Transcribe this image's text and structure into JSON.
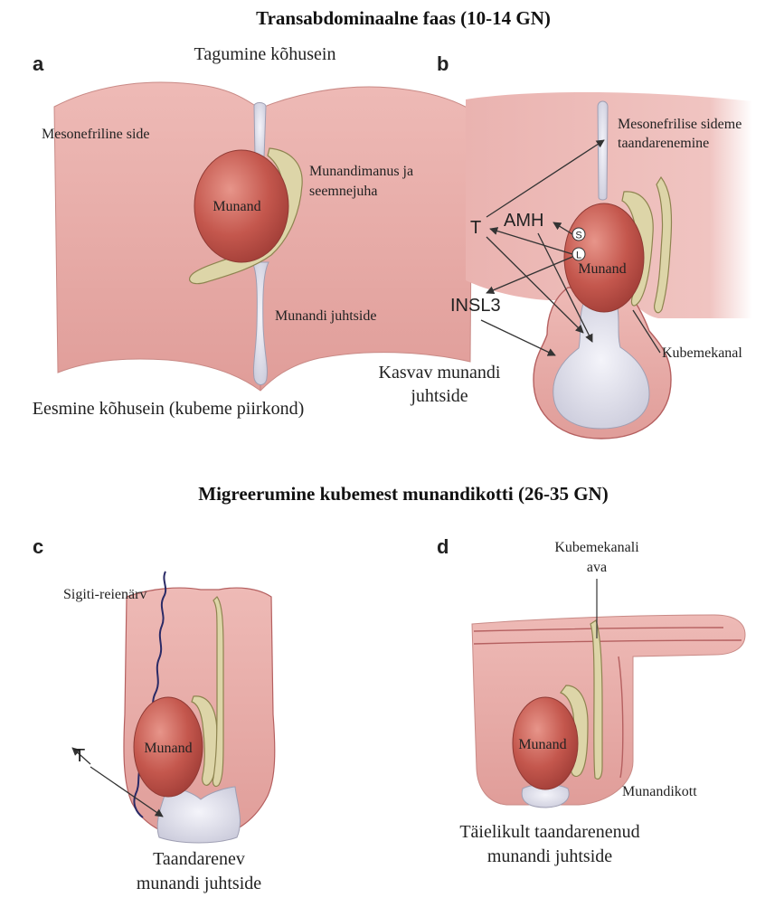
{
  "titles": {
    "top": "Transabdominaalne faas (10-14 GN)",
    "bottom": "Migreerumine kubemest munandikotti (26-35 GN)"
  },
  "panels": {
    "a": {
      "letter": "a",
      "labels": {
        "posterior_wall": "Tagumine kõhusein",
        "mesonephric_ligament": "Mesonefriline side",
        "epididymis_line1": "Munandimanus ja",
        "epididymis_line2": "seemnejuha",
        "testis": "Munand",
        "gubernaculum": "Munandi juhtside",
        "anterior_wall": "Eesmine kõhusein (kubeme piirkond)"
      }
    },
    "b": {
      "letter": "b",
      "labels": {
        "regression_line1": "Mesonefrilise sideme",
        "regression_line2": "taandarenemine",
        "T": "T",
        "AMH": "AMH",
        "S": "S",
        "L": "L",
        "testis": "Munand",
        "INSL3": "INSL3",
        "inguinal_canal": "Kubemekanal",
        "growing_line1": "Kasvav munandi",
        "growing_line2": "juhtside"
      }
    },
    "c": {
      "letter": "c",
      "labels": {
        "nerve": "Sigiti-reienärv",
        "T": "T",
        "testis": "Munand",
        "regressing_line1": "Taandarenev",
        "regressing_line2": "munandi juhtside"
      }
    },
    "d": {
      "letter": "d",
      "labels": {
        "opening_line1": "Kubemekanali",
        "opening_line2": "ava",
        "testis": "Munand",
        "scrotum": "Munandikott",
        "regressed_line1": "Täielikult taandarenenud",
        "regressed_line2": "munandi juhtside"
      }
    }
  },
  "colors": {
    "tissue": "#e6a9a6",
    "tissue_edge": "#b56060",
    "testis": "#c4574d",
    "epididymis": "#ddd5a8",
    "gubernaculum": "#dcdce8",
    "nerve": "#2a2a66"
  }
}
